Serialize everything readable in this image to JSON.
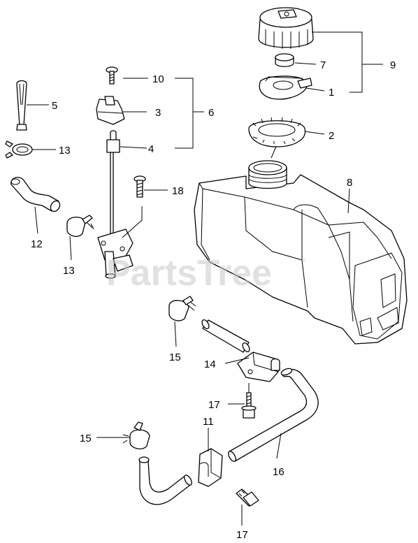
{
  "watermark": {
    "text": "PartsTree",
    "trademark": "™"
  },
  "callouts": {
    "c1": "1",
    "c2": "2",
    "c3": "3",
    "c4": "4",
    "c5": "5",
    "c6": "6",
    "c7": "7",
    "c8": "8",
    "c9": "9",
    "c10": "10",
    "c11": "11",
    "c12": "12",
    "c13a": "13",
    "c13b": "13",
    "c14": "14",
    "c15a": "15",
    "c15b": "15",
    "c16": "16",
    "c17a": "17",
    "c17b": "17",
    "c18": "18"
  },
  "colors": {
    "line": "#000000",
    "watermark": "#c8c8c8",
    "background": "#ffffff"
  }
}
